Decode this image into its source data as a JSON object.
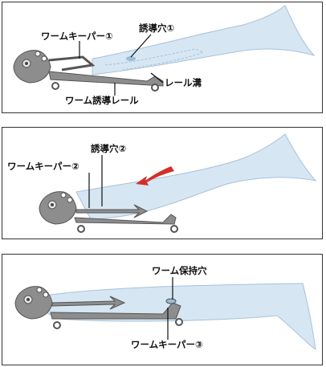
{
  "panels": [
    {
      "labels": {
        "worm_keeper": "ワームキーパー①",
        "guide_hole": "誘導穴①",
        "rail_groove": "レール溝",
        "worm_guide_rail": "ワーム誘導レール"
      }
    },
    {
      "labels": {
        "guide_hole": "誘導穴②",
        "worm_keeper": "ワームキーパー②"
      }
    },
    {
      "labels": {
        "worm_holding_hole": "ワーム保持穴",
        "worm_keeper": "ワームキーパー③"
      }
    }
  ],
  "colors": {
    "worm_fill": "#d6e6f3",
    "worm_stroke": "#a9c1d8",
    "metal": "#8d8d8d",
    "metal_dark": "#555555",
    "arrow_red": "#d2302a",
    "border": "#333333"
  }
}
